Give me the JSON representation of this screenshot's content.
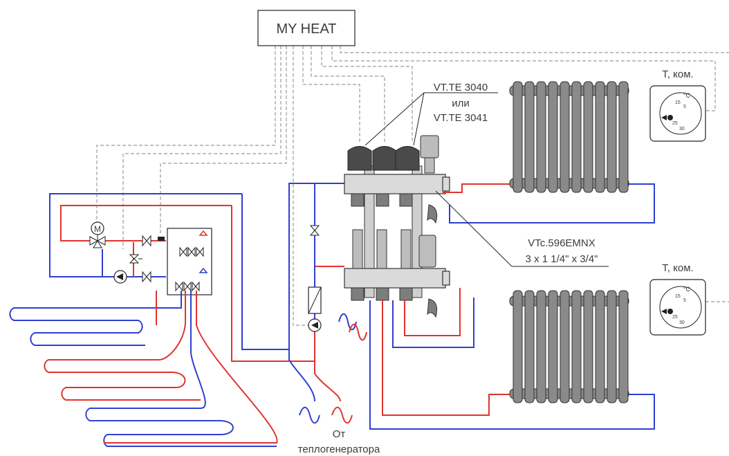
{
  "controller": {
    "label": "MY HEAT"
  },
  "actuator_callout": {
    "line1": "VT.TE 3040",
    "line2": "или",
    "line3": "VT.TE 3041"
  },
  "manifold_callout": {
    "line1": "VTc.596EMNX",
    "line2": "3 x 1 1/4\" x 3/4\""
  },
  "thermostat_top": {
    "label": "T, ком.",
    "unit": "°C",
    "scale": [
      "15",
      "25",
      "5",
      "30"
    ]
  },
  "thermostat_bottom": {
    "label": "T, ком.",
    "unit": "°C",
    "scale": [
      "15",
      "25",
      "5",
      "30"
    ]
  },
  "motor_symbol": {
    "label": "M"
  },
  "source_label": {
    "line1": "От",
    "line2": "теплогенератора"
  },
  "colors": {
    "supply": "#e0332d",
    "return": "#2f3fd1",
    "control": "#9a9a9a"
  }
}
